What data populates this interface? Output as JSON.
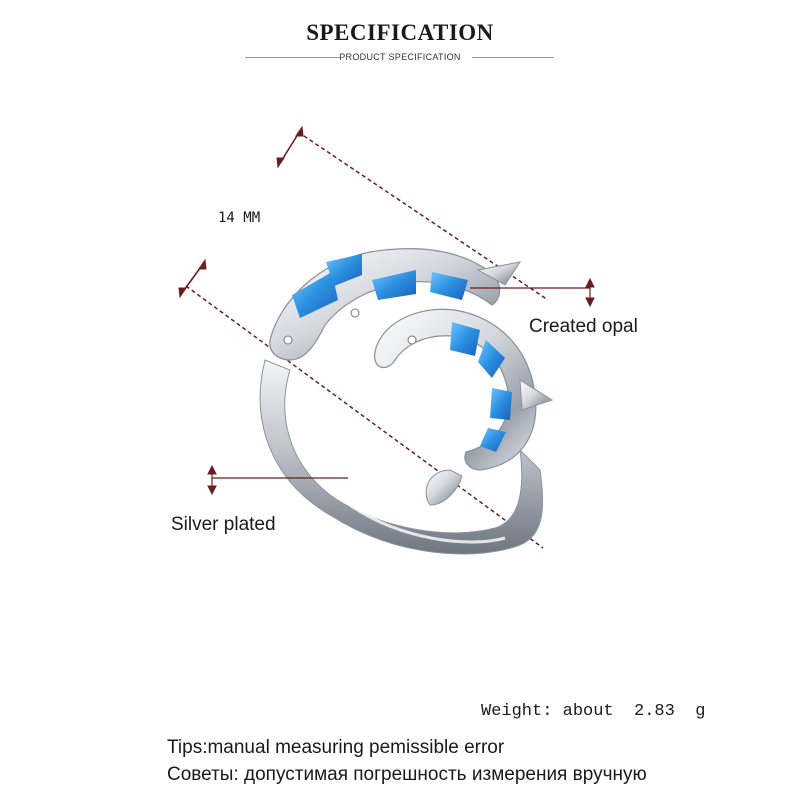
{
  "header": {
    "title": "SPECIFICATION",
    "subtitle": "PRODUCT SPECIFICATION"
  },
  "dimension": {
    "label": "14 MM"
  },
  "callouts": {
    "opal": "Created opal",
    "silver": "Silver plated"
  },
  "weight": {
    "label": "Weight: about  2.83  g"
  },
  "tips": {
    "english": "Tips:manual measuring pemissible error",
    "russian": "Советы: допустимая погрешность измерения вручную"
  },
  "colors": {
    "opal": "#2b8fe0",
    "silver": "#d9dde3",
    "dimension_line": "#6b1e22"
  },
  "icons": {
    "product_image": "dolphin-opal-ring"
  }
}
